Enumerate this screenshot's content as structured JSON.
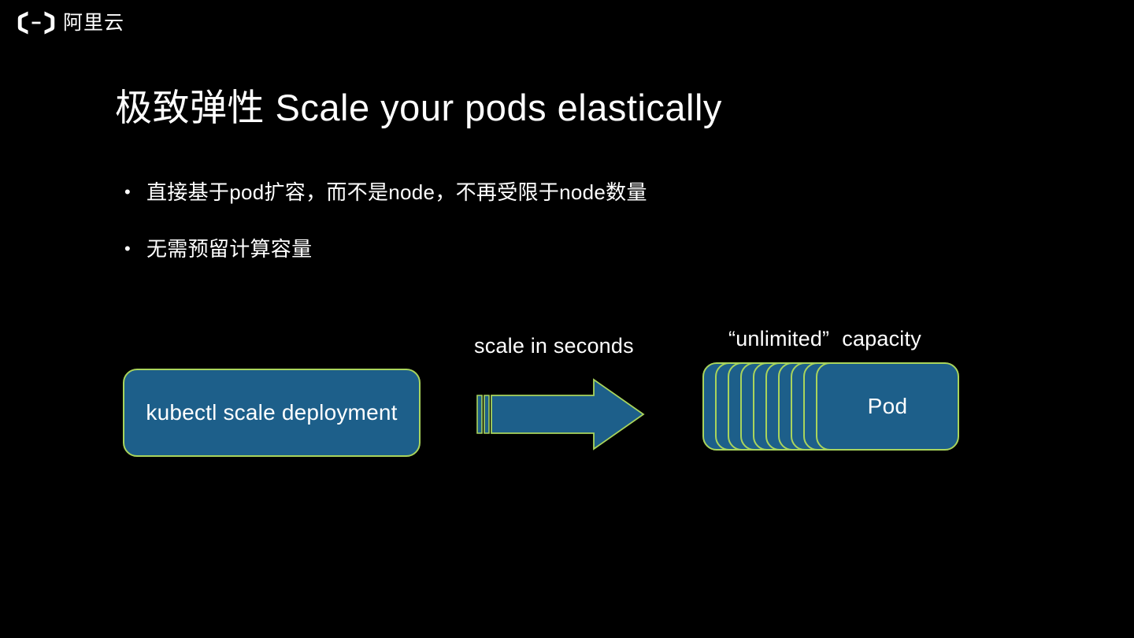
{
  "brand": {
    "logo_icon": "alibaba-cloud-logo-icon",
    "name": "阿里云"
  },
  "slide": {
    "title": "极致弹性  Scale your pods elastically",
    "background_color": "#000000",
    "text_color": "#ffffff",
    "bullets": [
      {
        "marker": "•",
        "text": "直接基于pod扩容，而不是node，不再受限于node数量"
      },
      {
        "marker": "•",
        "text": "无需预留计算容量"
      }
    ]
  },
  "diagram": {
    "command_box": {
      "label": "kubectl scale deployment",
      "fill_color": "#1d5f8a",
      "border_color": "#a9d45c"
    },
    "arrow": {
      "label": "scale in seconds",
      "icon": "right-arrow-icon",
      "fill_color": "#1d5f8a",
      "border_color": "#a9d45c"
    },
    "pod_stack": {
      "caption_quoted": "“unlimited”",
      "caption_rest": "capacity",
      "card_label": "Pod",
      "card_count": 10,
      "fill_color": "#1d5f8a",
      "border_color": "#a9d45c"
    }
  }
}
